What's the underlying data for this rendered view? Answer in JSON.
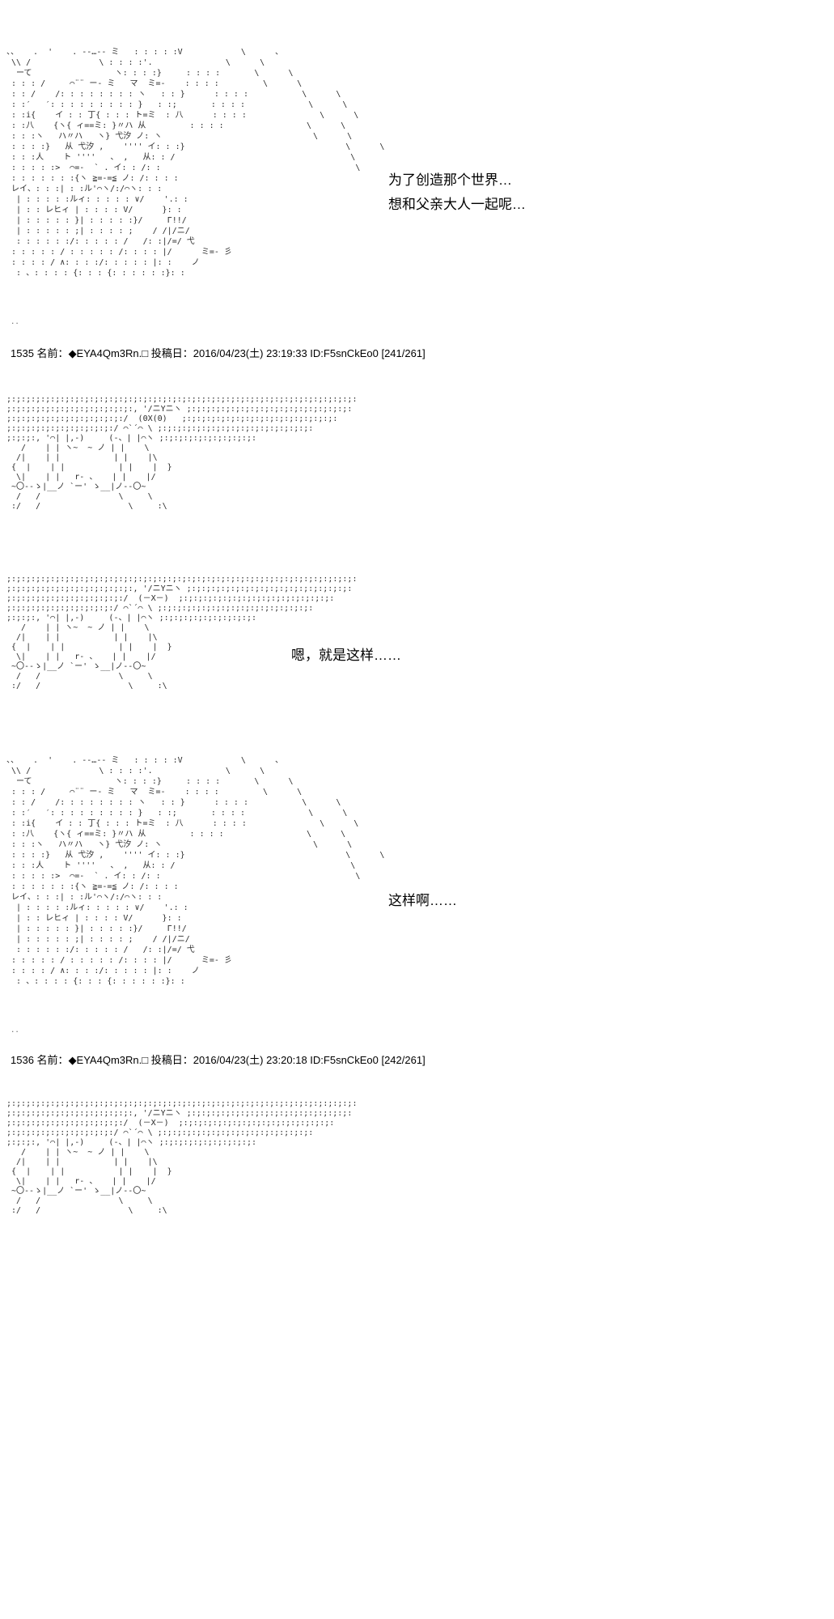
{
  "page": {
    "background": "#ffffff",
    "text_color": "#000000"
  },
  "dialogue": {
    "block1_line1": "为了创造那个世界…",
    "block1_line2": "想和父亲大人一起呢…",
    "block2": "嗯，就是这样……",
    "block3": "这样啊……"
  },
  "separators": {
    "sep1": "..",
    "sep2": ".."
  },
  "posts": [
    {
      "number": "1535",
      "name_label": "名前：",
      "tripcode": "◆EYA4Qm3Rn.□",
      "date_label": "投稿日：",
      "datetime": "2016/04/23(土) 23:19:33",
      "user_id": "ID:F5snCkEo0",
      "count": "[241/261]"
    },
    {
      "number": "1536",
      "name_label": "名前：",
      "tripcode": "◆EYA4Qm3Rn.□",
      "date_label": "投稿日：",
      "datetime": "2016/04/23(土) 23:20:18",
      "user_id": "ID:F5snCkEo0",
      "count": "[242/261]"
    }
  ],
  "aa": {
    "girl": "、、   .  '    . -‐…‐- ミ   : : : : :V            \\      、\n \\\\ /              \\ : : : :'.               \\      \\\n  ーて                 ヽ: : : :}     : : : :       \\      \\\n : : : /     ⌒¨¨ ー- ミ   マ  ミ=-    : : : :         \\      \\\n : : /    /: : : : : : : : ヽ   : : }      : : : :           \\      \\\n : :′   ′: : : : : : : : : }   : :;       : : : :             \\      \\\n : :i{    イ : : 丁{ : : : ト=ミ  : 八      : : : :               \\      \\\n : :八    {ヽ{ ィ==ミ: }〃ハ 从         : : : :                 \\      \\\n : : :ヽ   ハ〃ハ   ヽ} 弋汐 ノ: ヽ                               \\      \\\n : : : :}   从 弋汐 ,    '''' イ: : :}                                 \\      \\\n : : :人    ト ''''   、 ,   从: : /                                    \\\n : : : : :>  ⌒=-  ` . イ: : /: :                                        \\\n : : : : : : :{ヽ ≧=‐=≦ ノ: /: : : :\n レイ、: : :| : :ル'⌒ヽ/:/⌒ヽ: : :\n  | : : : : :ルィ: : : : : ∨/    '.: :\n  | : : レヒィ | : : : : V/      }: :\n  | : : : : : }| : : : : :}/     Γ!!/\n  | : : : : : ;| : : : : ;    / /|/ニ/\n  : : : : : :/: : : : : /   /: :|/=/ 弋\n : : : : : / : : : : : /: : : : |/      ミ=‐ 彡\n : : : : / ∧: : : :/: : : : : |: :    ノ\n  : 、: : : : {: : : {: : : : : :}: :",
    "creature_awake": ";:;:;:;:;:;:;:;:;:;:;:;:;:;:;:;:;:;:;:;:;:;:;:;:;:;:;:;:;:;:;:;:;:;:;:;:\n;:;:;:;:;:;:;:;:;:;:;:;:;:, '/ニYニヽ ;:;:;:;:;:;:;:;:;:;:;:;:;:;:;:;:;:\n;:;:;:;:;:;:;:;:;:;:;:;:/  (0X(0)   ;:;:;:;:;:;:;:;:;:;:;:;:;:;:;:;:\n;:;:;:;:;:;:;:;:;:;:;:/ ⌒`´⌒ \\ ;:;:;:;:;:;:;:;:;:;:;:;:;:;:;:;:\n;:;:;:, '⌒| |,-)     (-、| |⌒ヽ ;:;:;:;:;:;:;:;:;:;:\n   /    | | ヽ~  ~ ノ | |    \\\n  /|    | |           | |    |\\\n {  |    | |           | |    |  }\n  \\|    | |   r‐ 、   | |    |/\n ~〇‐-ゝ|__ノ `ー' ゝ__|ノ-‐〇~\n  /   /                \\     \\\n :/   /                  \\     :\\",
    "creature_calm": ";:;:;:;:;:;:;:;:;:;:;:;:;:;:;:;:;:;:;:;:;:;:;:;:;:;:;:;:;:;:;:;:;:;:;:;:\n;:;:;:;:;:;:;:;:;:;:;:;:;:, '/ニYニヽ ;:;:;:;:;:;:;:;:;:;:;:;:;:;:;:;:;:\n;:;:;:;:;:;:;:;:;:;:;:;:/  (－X－)  ;:;:;:;:;:;:;:;:;:;:;:;:;:;:;:;:\n;:;:;:;:;:;:;:;:;:;:;:/ ⌒`´⌒ \\ ;:;:;:;:;:;:;:;:;:;:;:;:;:;:;:;:\n;:;:;:, '⌒| |,-)     (-、| |⌒ヽ ;:;:;:;:;:;:;:;:;:;:\n   /    | | ヽ~  ~ ノ | |    \\\n  /|    | |           | |    |\\\n {  |    | |           | |    |  }\n  \\|    | |   r‐ 、   | |    |/\n ~〇‐-ゝ|__ノ `ー' ゝ__|ノ-‐〇~\n  /   /                \\     \\\n :/   /                  \\     :\\"
  }
}
